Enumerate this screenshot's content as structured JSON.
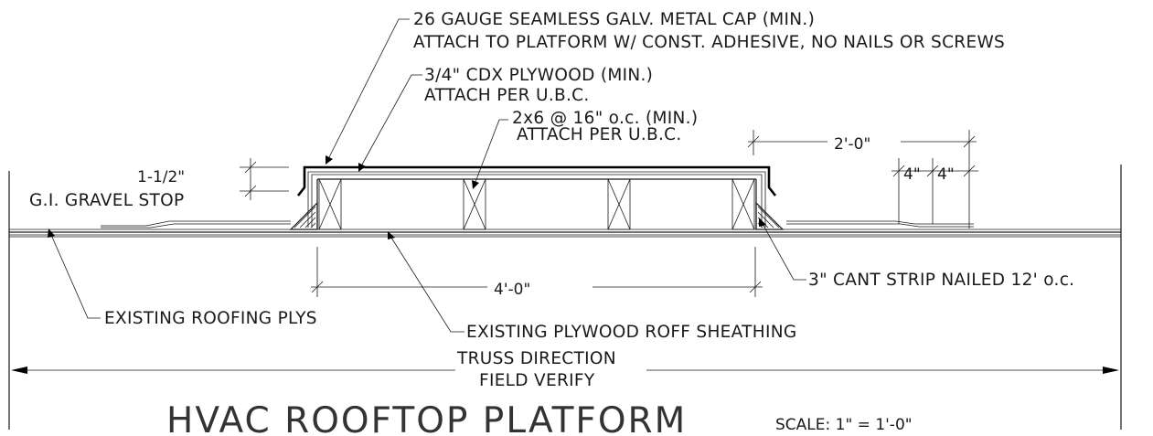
{
  "notes": {
    "metal_cap_1": "26 GAUGE SEAMLESS GALV. METAL CAP (MIN.)",
    "metal_cap_2": "ATTACH TO PLATFORM W/ CONST. ADHESIVE, NO NAILS OR SCREWS",
    "plywood_1": "3/4\" CDX PLYWOOD (MIN.)",
    "plywood_2": "ATTACH PER U.B.C.",
    "joist_1": "2x6 @ 16\" o.c. (MIN.)",
    "joist_2": "ATTACH PER U.B.C.",
    "gravel_stop": "G.I. GRAVEL STOP",
    "cant_strip": "3\" CANT STRIP NAILED 12' o.c.",
    "roofing_plys": "EXISTING ROOFING PLYS",
    "roof_sheathing": "EXISTING PLYWOOD ROFF SHEATHING",
    "truss_1": "TRUSS DIRECTION",
    "truss_2": "FIELD VERIFY"
  },
  "dimensions": {
    "cap_height": "1-1/2\"",
    "overhang": "2'-0\"",
    "step_a": "4\"",
    "step_b": "4\"",
    "platform_width": "4'-0\""
  },
  "title": "HVAC ROOFTOP PLATFORM",
  "scale": "SCALE: 1\" = 1'-0\""
}
